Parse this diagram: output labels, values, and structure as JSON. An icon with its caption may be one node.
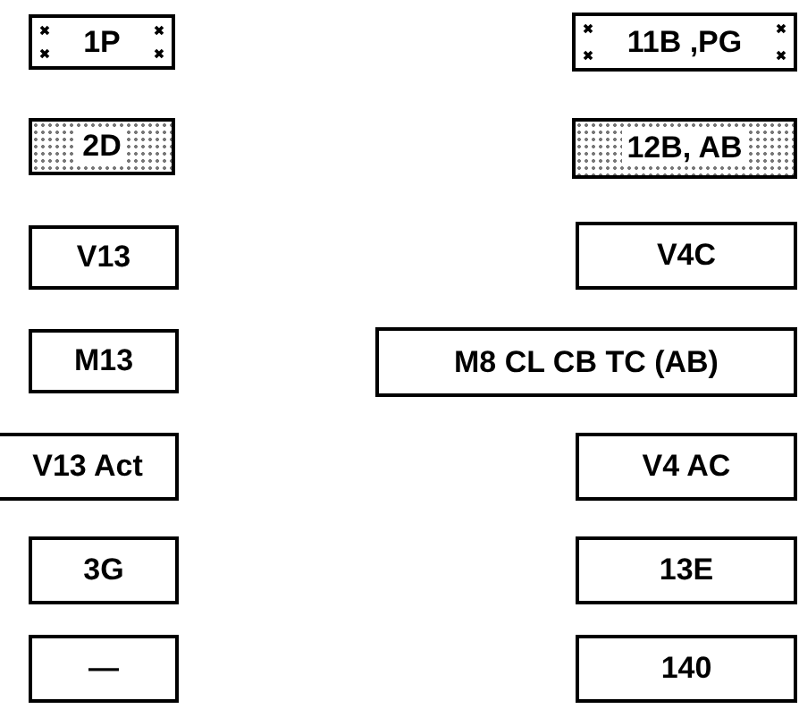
{
  "diagram": {
    "nodes": [
      {
        "text": [
          "1P"
        ]
      },
      {
        "text": [
          "2D"
        ]
      },
      {
        "text": [
          "V13"
        ]
      },
      {
        "text": [
          "M13"
        ]
      },
      {
        "text": [
          "V13 Act"
        ]
      },
      {
        "text": [
          "3G"
        ]
      },
      {
        "text": [
          "—"
        ]
      },
      {
        "text": [
          "11B ,PG"
        ]
      },
      {
        "text": [
          "12B, AB"
        ]
      },
      {
        "text": [
          "V4C"
        ]
      },
      {
        "text": [
          "M8 CL CB TC (AB)"
        ]
      },
      {
        "text": [
          "V4 AC"
        ]
      },
      {
        "text": [
          "13E"
        ]
      },
      {
        "text": [
          "140"
        ]
      }
    ]
  }
}
